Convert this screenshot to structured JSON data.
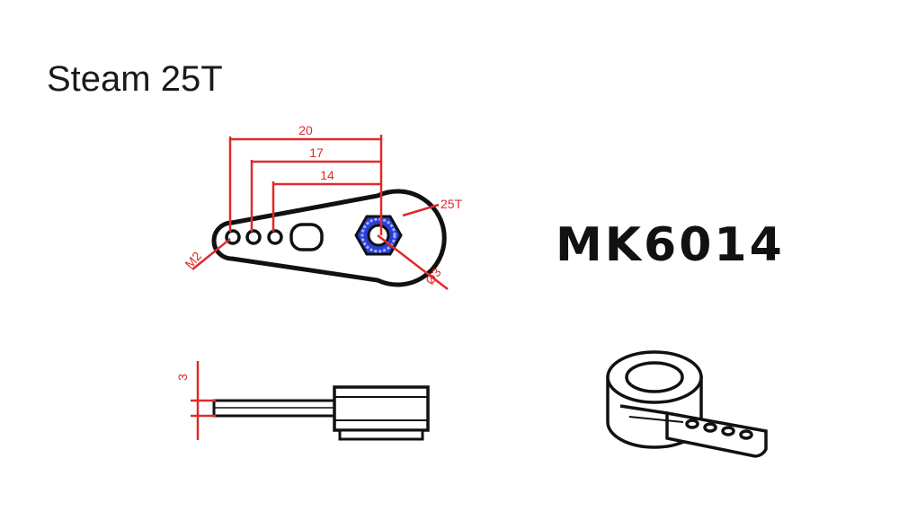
{
  "title": "Steam 25T",
  "model": "MK6014",
  "dimensions": {
    "d20": "20",
    "d17": "17",
    "d14": "14",
    "spline": "25T",
    "hole": "M2",
    "bore": "Ø3",
    "thickness": "3"
  },
  "colors": {
    "dimension": "#e02a2a",
    "outline": "#111111",
    "gear": "#2a3fd6",
    "background": "#ffffff"
  }
}
